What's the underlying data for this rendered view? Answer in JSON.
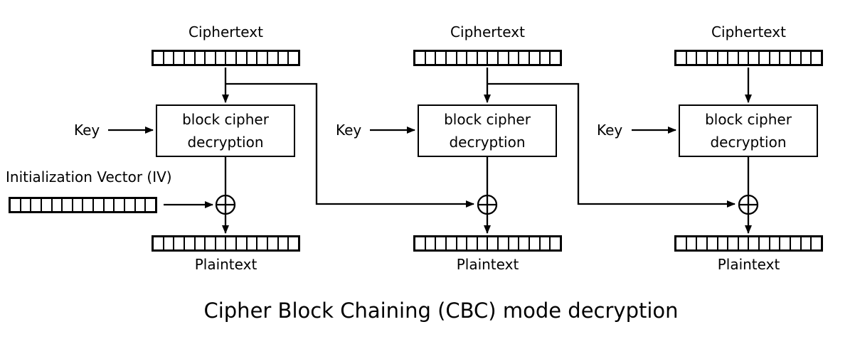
{
  "title": "Cipher Block Chaining (CBC) mode decryption",
  "iv": {
    "label": "Initialization Vector (IV)"
  },
  "columns": [
    {
      "ciphertext_label": "Ciphertext",
      "key_label": "Key",
      "box_line1": "block cipher",
      "box_line2": "decryption",
      "plaintext_label": "Plaintext"
    },
    {
      "ciphertext_label": "Ciphertext",
      "key_label": "Key",
      "box_line1": "block cipher",
      "box_line2": "decryption",
      "plaintext_label": "Plaintext"
    },
    {
      "ciphertext_label": "Ciphertext",
      "key_label": "Key",
      "box_line1": "block cipher",
      "box_line2": "decryption",
      "plaintext_label": "Plaintext"
    }
  ],
  "bit_block": {
    "cell_count": 14
  },
  "icons": {
    "xor": "circle-plus-xor"
  },
  "colors": {
    "line": "#000000",
    "background": "#ffffff"
  }
}
